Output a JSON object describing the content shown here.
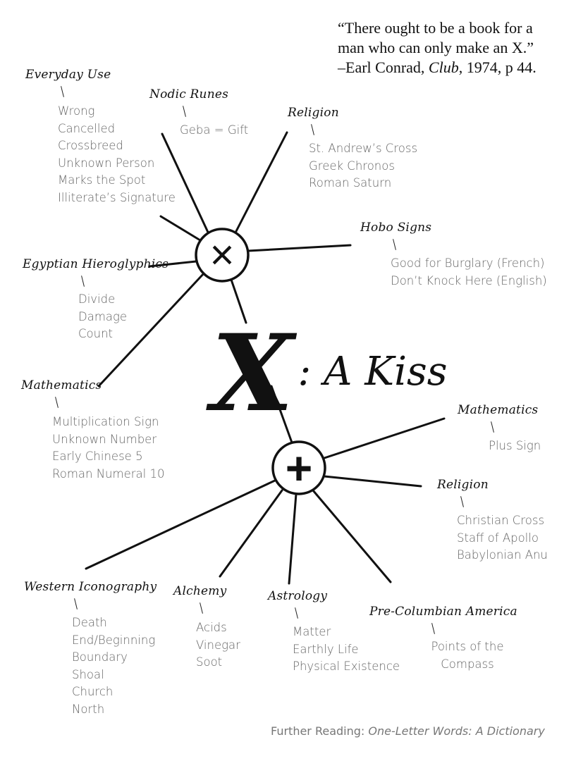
{
  "quote": {
    "line1": "“There ought to be a book for a",
    "line2": "man who can only make an X.”",
    "attribution_prefix": "–Earl Conrad, ",
    "attribution_work": "Club",
    "attribution_suffix": ", 1974, p 44."
  },
  "title": {
    "letter": "X",
    "rest": ": A Kiss"
  },
  "hub_symbols": {
    "x": "×",
    "plus": "+"
  },
  "x_branches": [
    {
      "category": "Everyday Use",
      "items": [
        "Wrong",
        "Cancelled",
        "Crossbreed",
        "Unknown Person",
        "Marks the Spot",
        "Illiterate’s Signature"
      ]
    },
    {
      "category": "Nodic Runes",
      "items": [
        "Geba = Gift"
      ]
    },
    {
      "category": "Religion",
      "items": [
        "St. Andrew’s Cross",
        "Greek Chronos",
        "Roman Saturn"
      ]
    },
    {
      "category": "Hobo Signs",
      "items": [
        "Good for Burglary (French)",
        "Don’t Knock Here (English)"
      ]
    },
    {
      "category": "Egyptian Hieroglyphics",
      "items": [
        "Divide",
        "Damage",
        "Count"
      ]
    },
    {
      "category": "Mathematics",
      "items": [
        "Multiplication Sign",
        "Unknown Number",
        "Early Chinese 5",
        "Roman Numeral 10"
      ]
    }
  ],
  "plus_branches": [
    {
      "category": "Mathematics",
      "items": [
        "Plus Sign"
      ]
    },
    {
      "category": "Religion",
      "items": [
        "Christian Cross",
        "Staff of Apollo",
        "Babylonian Anu"
      ]
    },
    {
      "category": "Western Iconography",
      "items": [
        "Death",
        "End/Beginning",
        "Boundary",
        "Shoal",
        "Church",
        "North"
      ]
    },
    {
      "category": "Alchemy",
      "items": [
        "Acids",
        "Vinegar",
        "Soot"
      ]
    },
    {
      "category": "Astrology",
      "items": [
        "Matter",
        "Earthly Life",
        "Physical Existence"
      ]
    },
    {
      "category": "Pre-Columbian America",
      "items": [
        "Points of the",
        "Compass"
      ]
    }
  ],
  "further_reading": {
    "prefix": "Further Reading: ",
    "title": "One-Letter Words: A Dictionary"
  }
}
